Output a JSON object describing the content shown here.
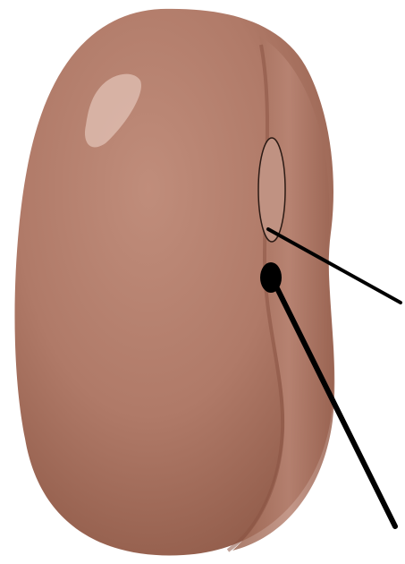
{
  "figure": {
    "subject": "bean-seed-external-structure",
    "pointers": [
      {
        "part": "hilum",
        "marker": "outlined-ellipse"
      },
      {
        "part": "micropyle",
        "marker": "filled-dot"
      }
    ]
  },
  "colors": {
    "background": "#ffffff",
    "seed_shadow": "#8f5a48",
    "seed_base": "#aa7361",
    "seed_mid": "#b98574",
    "seed_light": "#cc9e8d",
    "highlight": "#e2c1b5",
    "hilum_fill": "#c09282",
    "outline": "#2b1a14",
    "pointer_line": "#000000",
    "micropyle": "#000000"
  }
}
